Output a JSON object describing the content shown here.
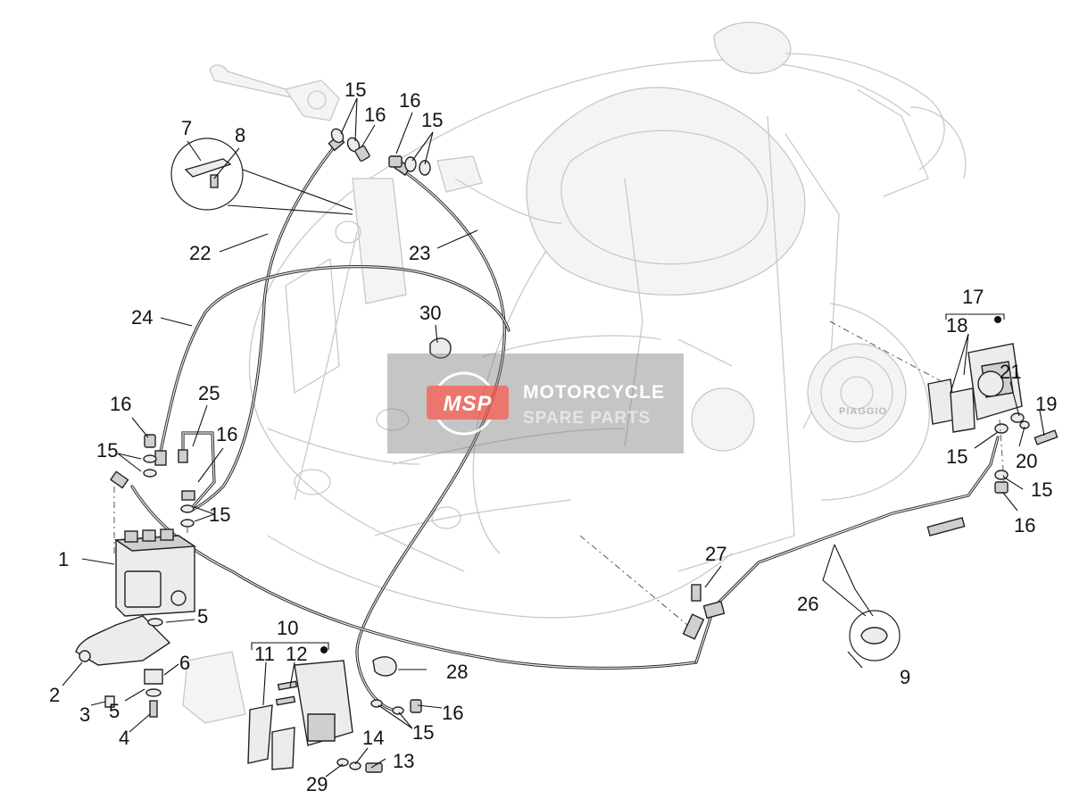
{
  "watermark": {
    "line1": "MOTORCYCLE",
    "line2": "SPARE PARTS",
    "logo_text": "MSP",
    "accent": "#e8584f"
  },
  "brand_plate": "PIAGGIO",
  "parts": [
    {
      "id": "1"
    },
    {
      "id": "2"
    },
    {
      "id": "3"
    },
    {
      "id": "4"
    },
    {
      "id": "5a",
      "label": "5"
    },
    {
      "id": "5b",
      "label": "5"
    },
    {
      "id": "6"
    },
    {
      "id": "7"
    },
    {
      "id": "8"
    },
    {
      "id": "9"
    },
    {
      "id": "10"
    },
    {
      "id": "11"
    },
    {
      "id": "12"
    },
    {
      "id": "13"
    },
    {
      "id": "14"
    },
    {
      "id": "15a",
      "label": "15"
    },
    {
      "id": "15b",
      "label": "15"
    },
    {
      "id": "15c",
      "label": "15"
    },
    {
      "id": "15d",
      "label": "15"
    },
    {
      "id": "15e",
      "label": "15"
    },
    {
      "id": "15f",
      "label": "15"
    },
    {
      "id": "15g",
      "label": "15"
    },
    {
      "id": "16a",
      "label": "16"
    },
    {
      "id": "16b",
      "label": "16"
    },
    {
      "id": "16c",
      "label": "16"
    },
    {
      "id": "16d",
      "label": "16"
    },
    {
      "id": "16e",
      "label": "16"
    },
    {
      "id": "16f",
      "label": "16"
    },
    {
      "id": "17"
    },
    {
      "id": "18"
    },
    {
      "id": "19"
    },
    {
      "id": "20"
    },
    {
      "id": "21"
    },
    {
      "id": "22"
    },
    {
      "id": "23"
    },
    {
      "id": "24"
    },
    {
      "id": "25"
    },
    {
      "id": "26"
    },
    {
      "id": "27"
    },
    {
      "id": "28"
    },
    {
      "id": "29"
    },
    {
      "id": "30"
    }
  ],
  "labels": {
    "p1": "1",
    "p2": "2",
    "p3": "3",
    "p4": "4",
    "p5a": "5",
    "p5b": "5",
    "p6": "6",
    "p7": "7",
    "p8": "8",
    "p9": "9",
    "p10": "10",
    "p11": "11",
    "p12": "12",
    "p13": "13",
    "p14": "14",
    "p15a": "15",
    "p15b": "15",
    "p15c": "15",
    "p15d": "15",
    "p15e": "15",
    "p15f": "15",
    "p15g": "15",
    "p16a": "16",
    "p16b": "16",
    "p16c": "16",
    "p16d": "16",
    "p16e": "16",
    "p16f": "16",
    "p17": "17",
    "p18": "18",
    "p19": "19",
    "p20": "20",
    "p21": "21",
    "p22": "22",
    "p23": "23",
    "p24": "24",
    "p25": "25",
    "p26": "26",
    "p27": "27",
    "p28": "28",
    "p29": "29",
    "p30": "30"
  }
}
